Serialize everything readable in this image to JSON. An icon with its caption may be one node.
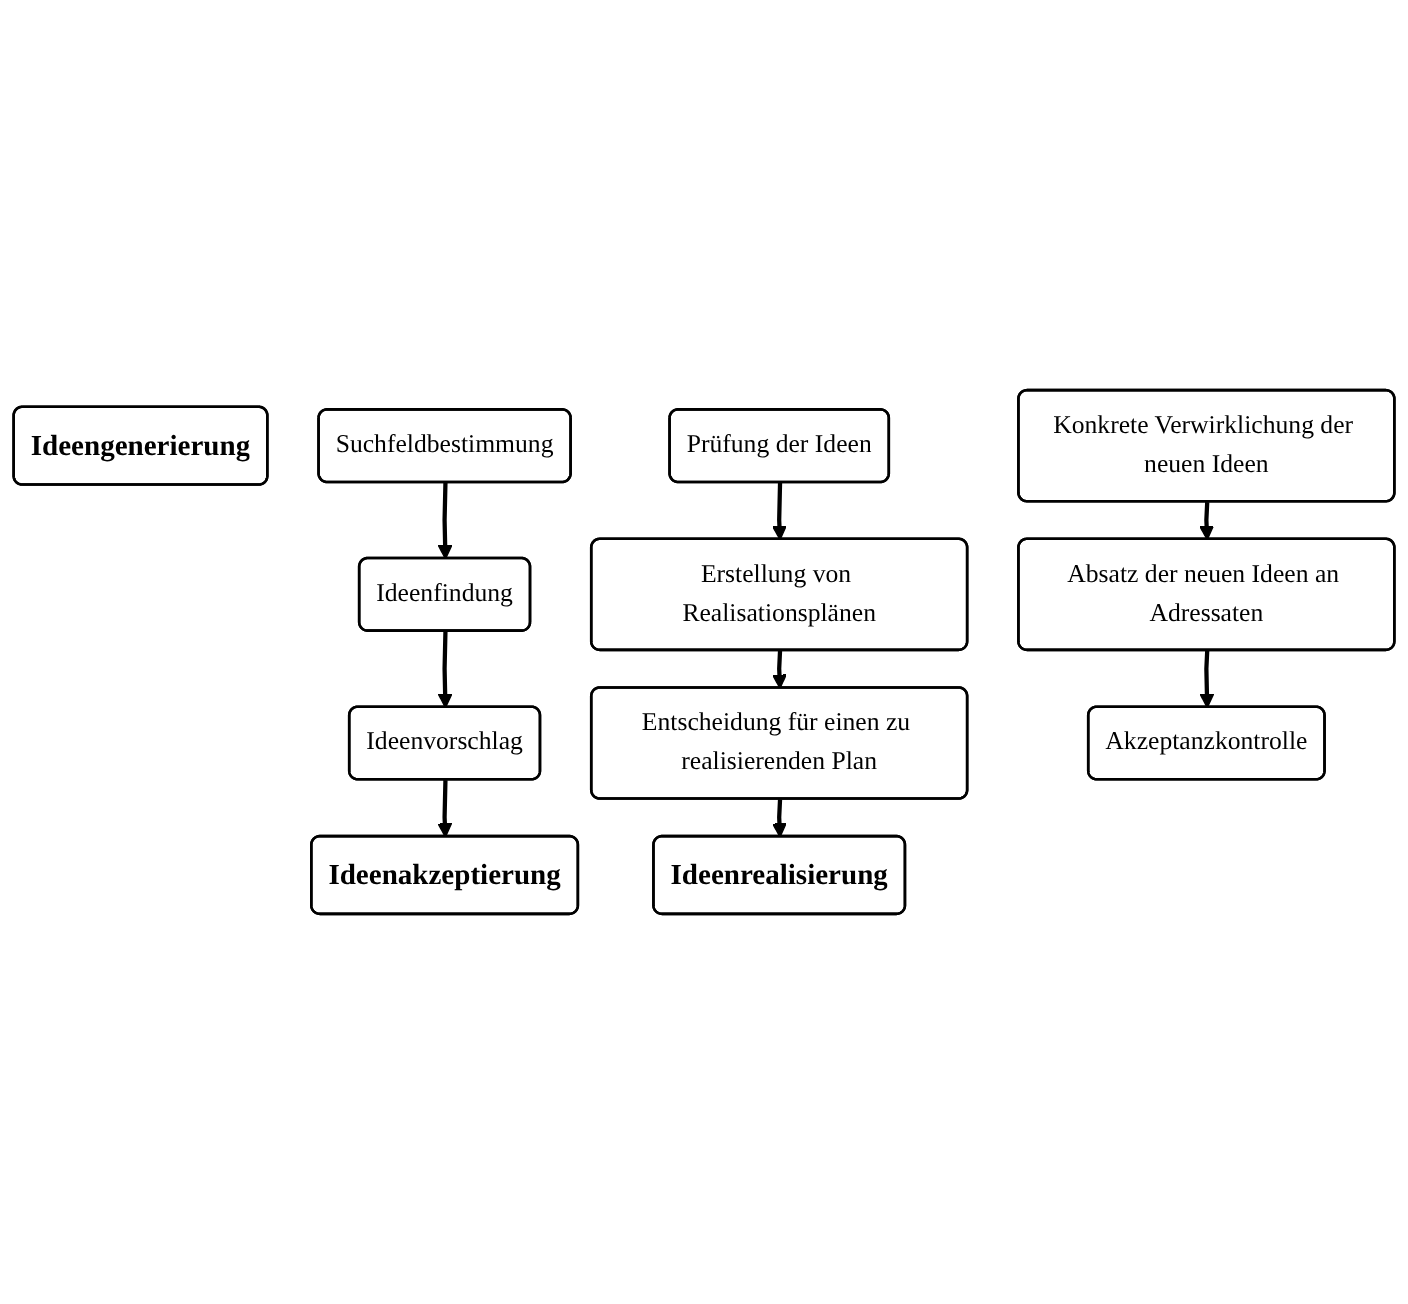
{
  "diagram": {
    "nodes": [
      {
        "text": [
          "Ideengenerierung"
        ]
      },
      {
        "text": [
          "Suchfeldbestimmung"
        ]
      },
      {
        "text": [
          "Ideenfindung"
        ]
      },
      {
        "text": [
          "Ideenvorschlag"
        ]
      },
      {
        "text": [
          "Ideenakzeptierung"
        ]
      },
      {
        "text": [
          "Prüfung der Ideen"
        ]
      },
      {
        "text": [
          "Erstellung von Realisationsplänen"
        ]
      },
      {
        "text": [
          "Entscheidung für einen zu realisierenden Plan"
        ]
      },
      {
        "text": [
          "Ideenrealisierung"
        ]
      },
      {
        "text": [
          "Konkrete Verwirklichung der neuen Ideen"
        ]
      },
      {
        "text": [
          "Absatz der neuen Ideen an Adressaten"
        ]
      },
      {
        "text": [
          "Akzeptanzkontrolle"
        ]
      }
    ],
    "edges": [
      {
        "from": 1,
        "to": 2,
        "arrow": "to"
      },
      {
        "from": 2,
        "to": 3,
        "arrow": "to"
      },
      {
        "from": 3,
        "to": 4,
        "arrow": "to"
      },
      {
        "from": 5,
        "to": 6,
        "arrow": "to"
      },
      {
        "from": 6,
        "to": 7,
        "arrow": "to"
      },
      {
        "from": 7,
        "to": 8,
        "arrow": "to"
      },
      {
        "from": 9,
        "to": 10,
        "arrow": "to"
      },
      {
        "from": 10,
        "to": 11,
        "arrow": "to"
      }
    ]
  }
}
